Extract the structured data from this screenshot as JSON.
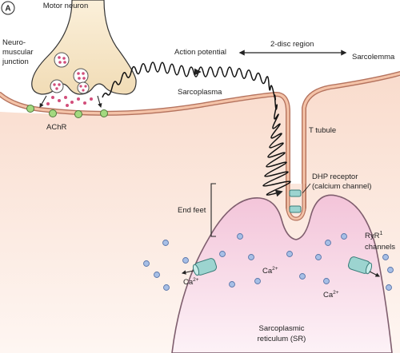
{
  "panel_letter": "A",
  "labels": {
    "motor_neuron": "Motor neuron",
    "nmj_line1": "Neuro-",
    "nmj_line2": "muscular",
    "nmj_line3": "junction",
    "action_potential": "Action potential",
    "two_disc_region": "2-disc region",
    "sarcolemma": "Sarcolemma",
    "sarcoplasma": "Sarcoplasma",
    "achr": "AChR",
    "t_tubule": "T tubule",
    "dhp_line1": "DHP receptor",
    "dhp_line2": "(calcium channel)",
    "end_feet": "End feet",
    "ryr_line1": "RyR",
    "ryr_sup": "1",
    "ryr_line2": "channels",
    "ca_base": "Ca",
    "ca_sup": "2+",
    "sr_line1": "Sarcoplasmic",
    "sr_line2": "reticulum (SR)"
  },
  "colors": {
    "membrane": "#b5735e",
    "membrane_fill": "#f4c3a8",
    "sarcoplasm": "#fbe7dd",
    "sr_fill": "#f5d3e2",
    "neuron": "#f6e6c6",
    "vesicle_dot": "#d24e7b",
    "achr": "#a3d97f",
    "calcium_ion": "#a7bfe6",
    "channel": "#9cd4d0"
  }
}
